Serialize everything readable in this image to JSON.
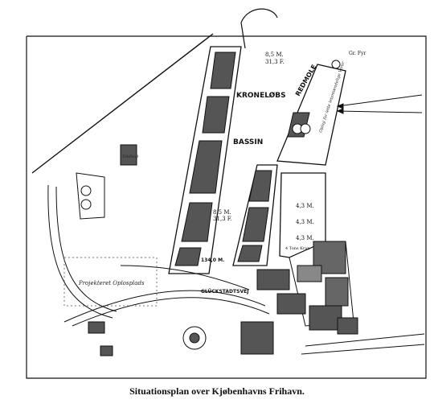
{
  "map": {
    "caption": "Situationsplan over Kjøbenhavns Frihavn.",
    "labels": {
      "kronelobs": "KRONELØBS",
      "bassin": "BASSIN",
      "redmole": "REDMOLE",
      "depth_top": "8,5 M.",
      "depth_top_ft": "31,3 F.",
      "depth_mid": "8,5 M.",
      "depth_mid_ft": "31,3 F.",
      "depth_right_1": "4,3 M.",
      "depth_right_2": "4,3 M.",
      "depth_right_3": "4,3 M.",
      "quay_bottom": "134,0 M.",
      "street_bottom": "GLÜCKSTADTSVEJ",
      "projekteret": "Projekteret Oplosplads",
      "gr_fyr": "Gr. Fyr",
      "redmole_note": "Oplag for lette letantændelige Varer",
      "small_bldg": "Toldbod",
      "kran_note": "4 Tons Kran"
    }
  }
}
